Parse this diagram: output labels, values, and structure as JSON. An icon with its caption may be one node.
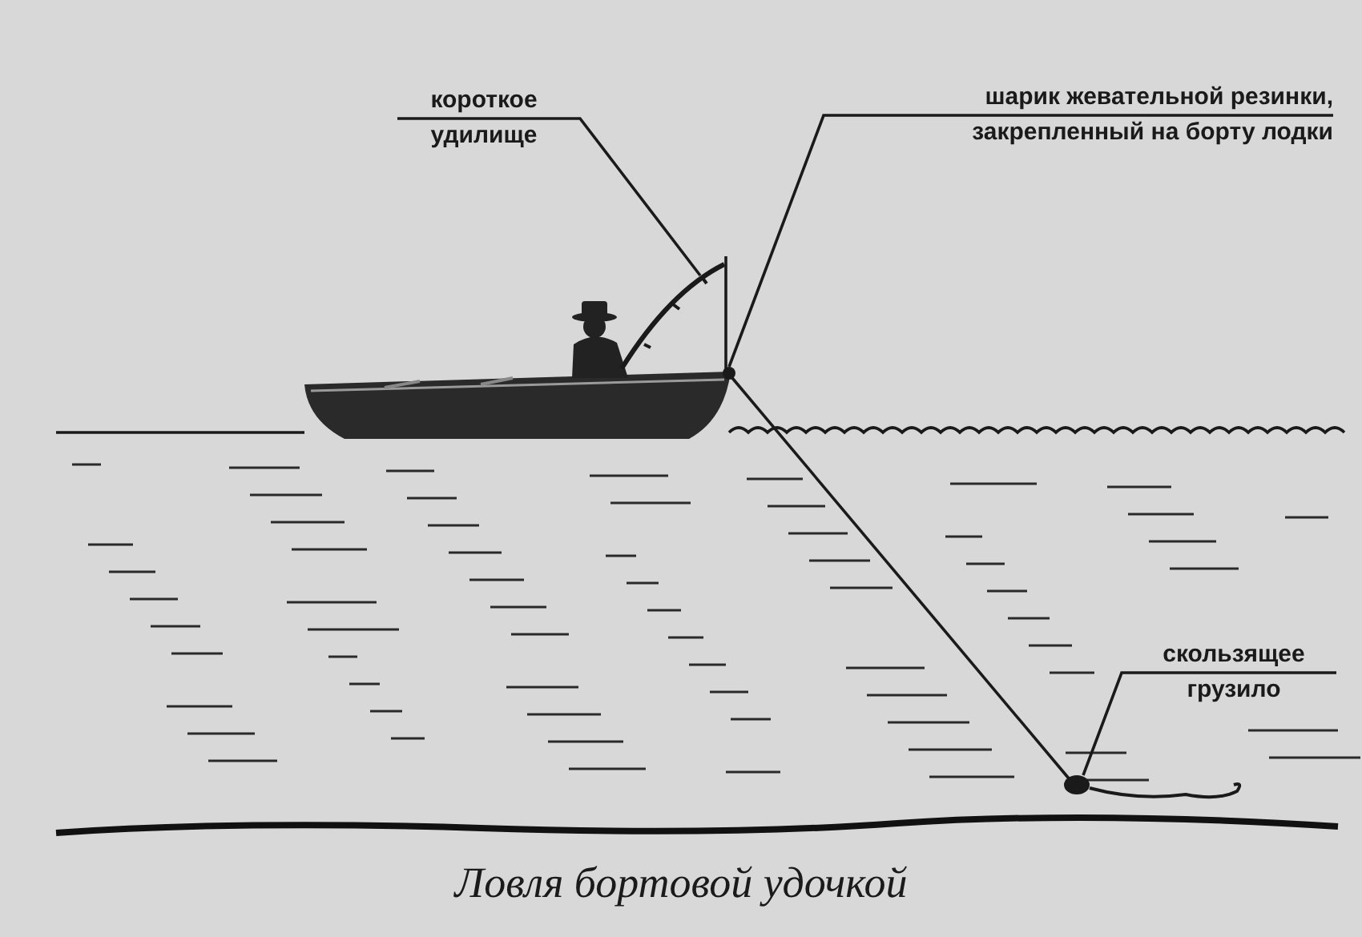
{
  "diagram": {
    "caption": "Ловля бортовой удочкой",
    "nodes": [
      {
        "text": [
          "короткое удилище"
        ]
      },
      {
        "text": [],
        "shape": "picture"
      },
      {
        "text": [
          "шарик жевательной резинки, закрепленный на борту лодки"
        ]
      },
      {
        "text": [],
        "shape": "circle"
      },
      {
        "text": [
          "скользящее грузило"
        ]
      },
      {
        "text": [],
        "shape": "circle"
      }
    ],
    "edges": [
      {
        "from": 0,
        "to": 1,
        "arrow": "none"
      },
      {
        "from": 2,
        "to": 3,
        "arrow": "none"
      },
      {
        "from": 4,
        "to": 5,
        "arrow": "none"
      },
      {
        "from": 1,
        "to": 3,
        "arrow": "none"
      },
      {
        "from": 3,
        "to": 5,
        "arrow": "none"
      }
    ]
  }
}
